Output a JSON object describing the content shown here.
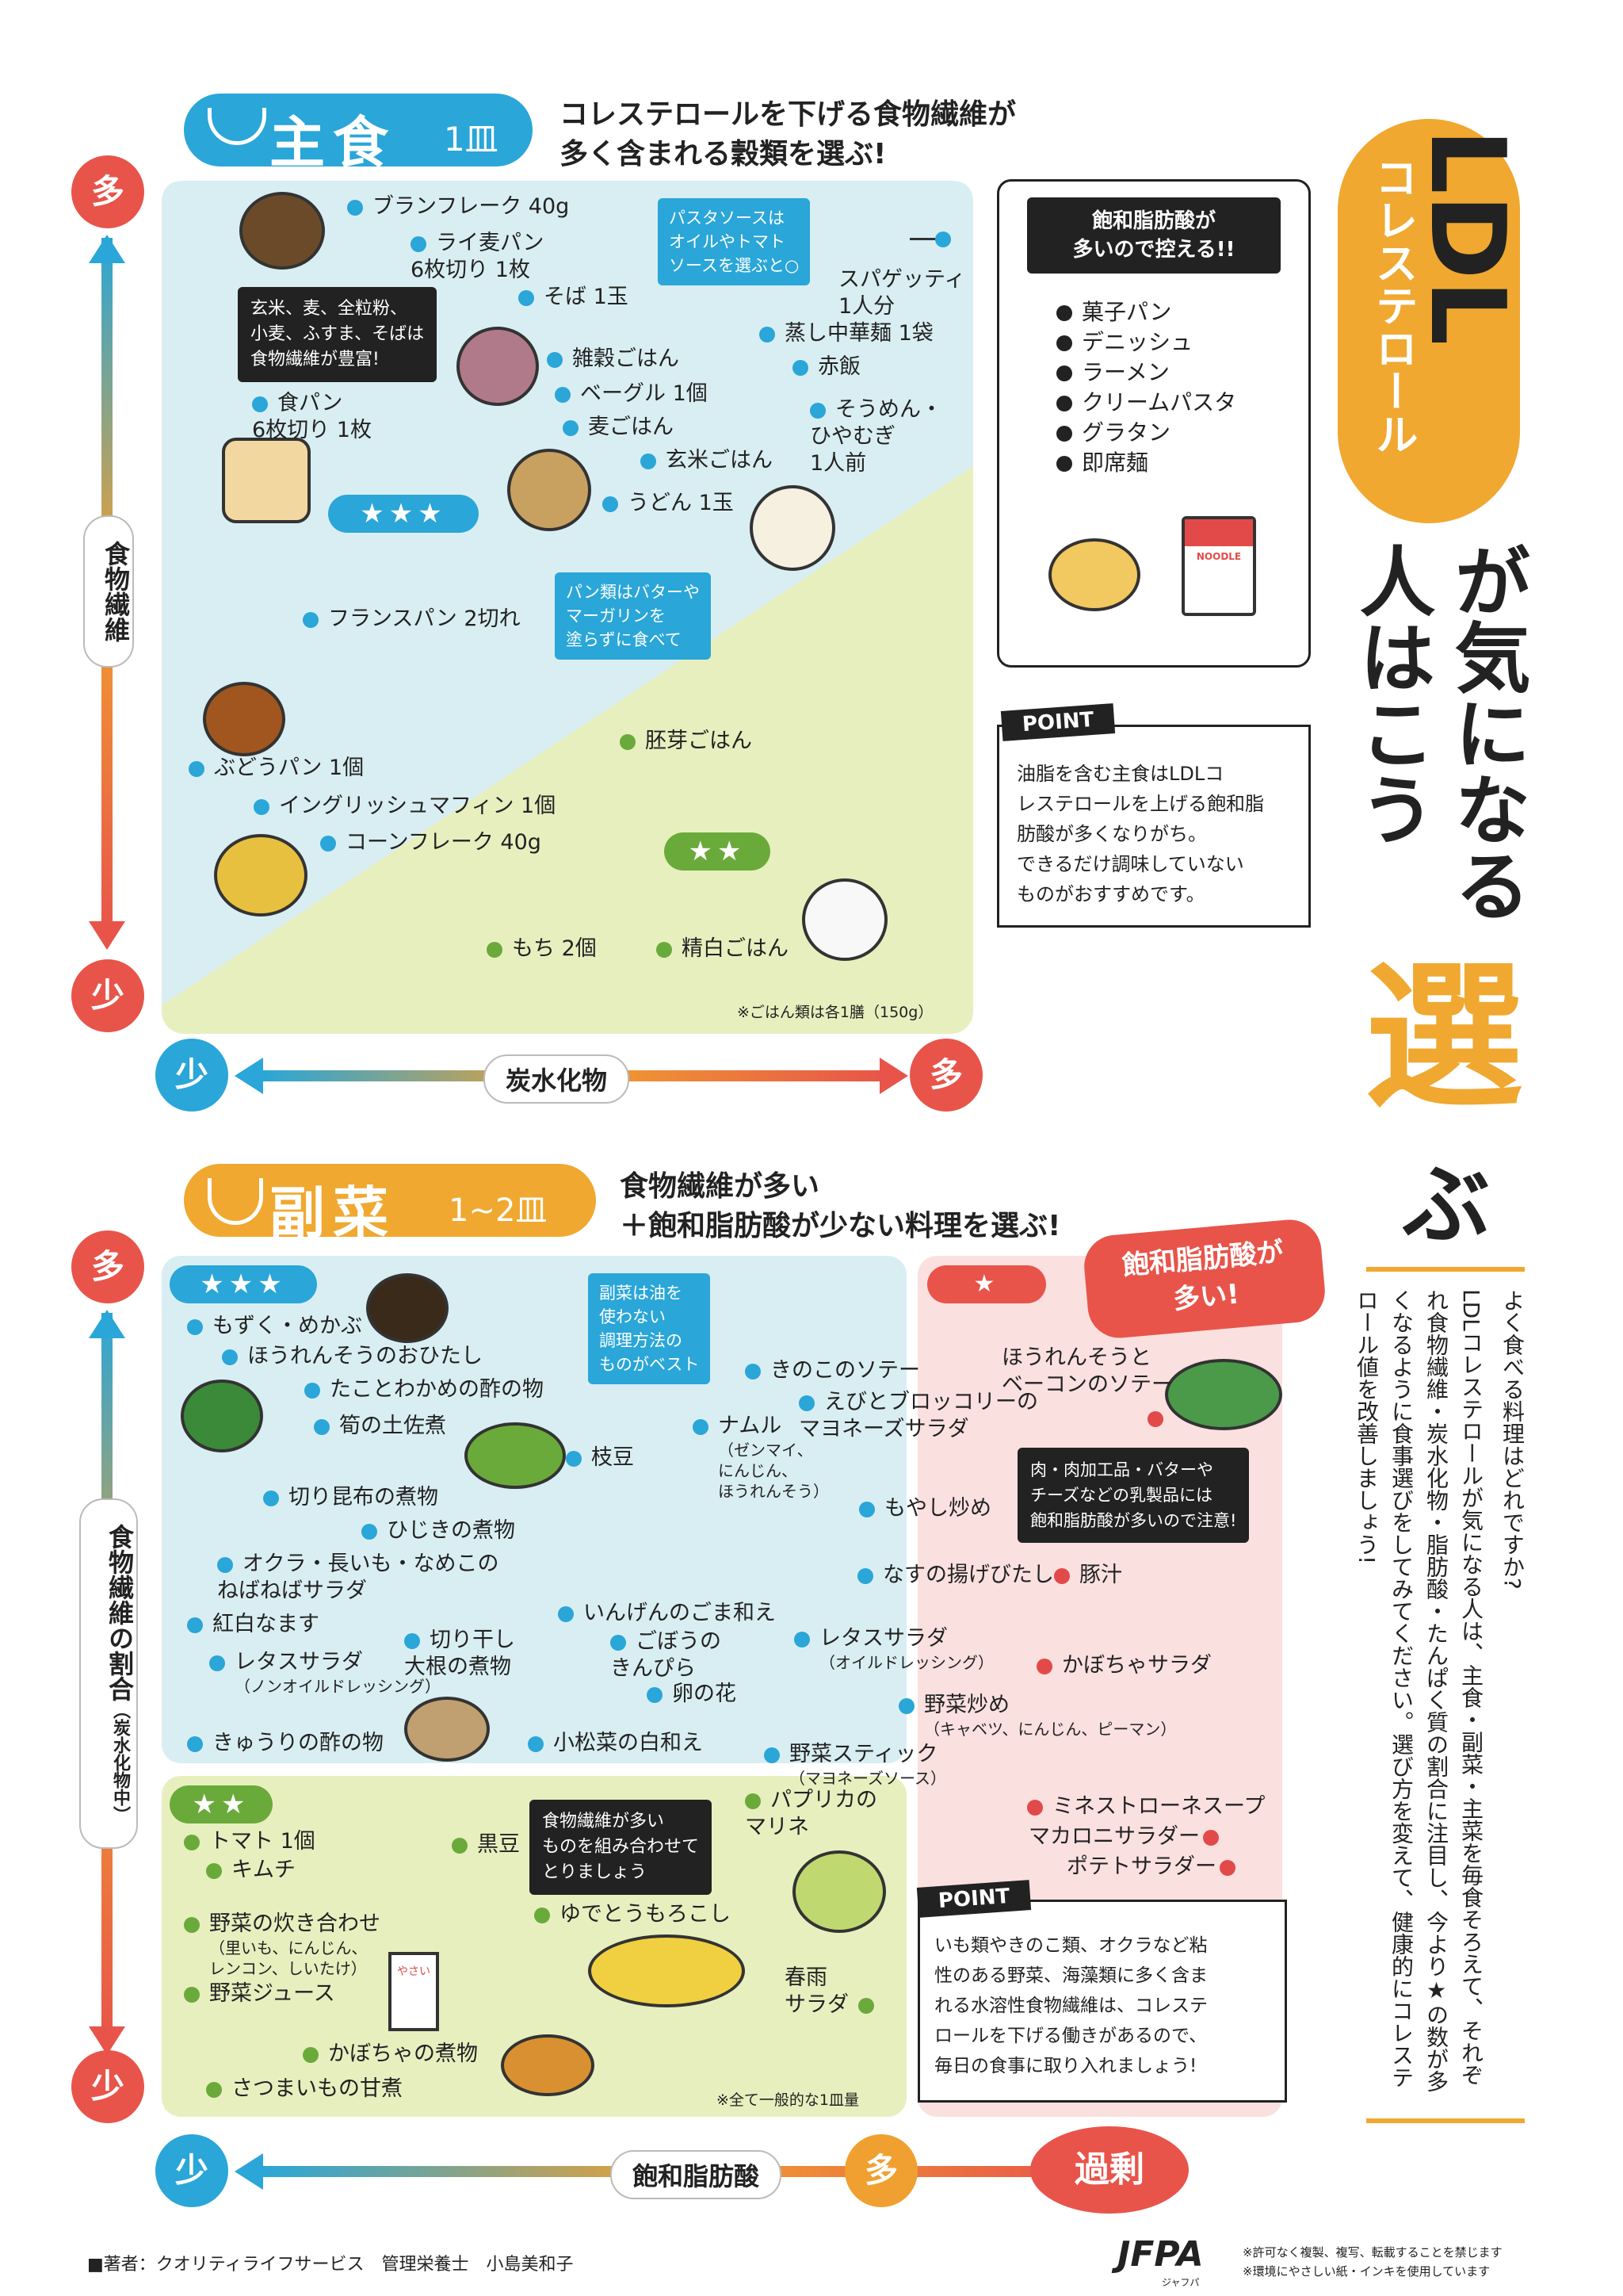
{
  "staple": {
    "title": "主食",
    "portion": "1皿",
    "heading": "コレステロールを下げる食物繊維が\n多く含まれる穀類を選ぶ!",
    "bubble_pasta": "パスタソースは\nオイルやトマト\nソースを選ぶと○",
    "note_grain": "玄米、麦、全粒粉、\n小麦、ふすま、そばは\n食物繊維が豊富!",
    "bubble_bread": "パン類はバターや\nマーガリンを\n塗らずに食べて",
    "stars3": "★★★",
    "stars2": "★★",
    "note_rice": "※ごはん類は各1膳（150g）",
    "items_blue": [
      "ブランフレーク 40g",
      "ライ麦パン\n6枚切り 1枚",
      "そば 1玉",
      "食パン\n6枚切り 1枚",
      "雑穀ごはん",
      "ベーグル 1個",
      "麦ごはん",
      "玄米ごはん",
      "うどん 1玉",
      "スパゲッティ\n1人分",
      "蒸し中華麺 1袋",
      "赤飯",
      "そうめん・\nひやむぎ\n1人前",
      "フランスパン 2切れ",
      "ぶどうパン 1個",
      "イングリッシュマフィン 1個",
      "コーンフレーク 40g"
    ],
    "items_green": [
      "胚芽ごはん",
      "もち 2個",
      "精白ごはん"
    ],
    "axis_y": "食物繊維",
    "axis_x": "炭水化物",
    "many": "多",
    "few": "少"
  },
  "ldl_box": {
    "title": "飽和脂肪酸が\n多いので控える!!",
    "items": [
      "菓子パン",
      "デニッシュ",
      "ラーメン",
      "クリームパスタ",
      "グラタン",
      "即席麺"
    ],
    "cup_label": "NOODLE"
  },
  "point1": {
    "label": "POINT",
    "text": "油脂を含む主食はLDLコ\nレステロールを上げる飽和脂\n肪酸が多くなりがち。\nできるだけ調味していない\nものがおすすめです。"
  },
  "title": {
    "ldl": "LDL",
    "chol": "コレステロール",
    "line2a": "が気になる",
    "line2b": "人はこう",
    "erabu": "選",
    "bu": "ぶ"
  },
  "side": {
    "intro": "よく食べる料理はどれですか?",
    "body": "LDLコレステロールが気になる人は、主食・副菜・主菜を毎食そろえて、それぞれ食物繊維・炭水化物・脂肪酸・たんぱく質の割合に注目し、今より★の数が多くなるように食事選びをしてみてください。選び方を変えて、健康的にコレステロール値を改善しましょう!"
  },
  "side_dish": {
    "title": "副菜",
    "portion": "1~2皿",
    "heading": "食物繊維が多い\n＋飽和脂肪酸が少ない料理を選ぶ!",
    "stars3": "★★★",
    "stars2": "★★",
    "bubble_oil": "副菜は油を\n使わない\n調理方法の\nものがベスト",
    "burst": "飽和脂肪酸が\n多い!",
    "note_dairy": "肉・肉加工品・バターや\nチーズなどの乳製品には\n飽和脂肪酸が多いので注意!",
    "note_combo": "食物繊維が多い\nものを組み合わせて\nとりましょう",
    "note_general": "※全て一般的な1皿量",
    "items_blue": [
      "もずく・めかぶ",
      "ほうれんそうのおひたし",
      "たことわかめの酢の物",
      "筍の土佐煮",
      "枝豆",
      "切り昆布の煮物",
      "ひじきの煮物",
      "オクラ・長いも・なめこの\nねばねばサラダ",
      "紅白なます",
      "レタスサラダ",
      "切り干し\n大根の煮物",
      "きゅうりの酢の物",
      "きのこのソテー",
      "えびとブロッコリーの\nマヨネーズサラダ",
      "ナムル",
      "もやし炒め",
      "なすの揚げびたし",
      "いんげんのごま和え",
      "ごぼうの\nきんぴら",
      "卵の花",
      "レタスサラダ",
      "野菜炒め",
      "小松菜の白和え",
      "野菜スティック"
    ],
    "subs": {
      "lettuce_nonoil": "（ノンオイルドレッシング）",
      "namul": "（ゼンマイ、\nにんじん、\nほうれんそう）",
      "lettuce_oil": "（オイルドレッシング）",
      "yasai_itame": "（キャベツ、にんじん、ピーマン）",
      "stick": "（マヨネーズソース）",
      "takiawase": "（里いも、にんじん、\nレンコン、しいたけ）"
    },
    "items_green": [
      "トマト 1個",
      "キムチ",
      "黒豆",
      "パプリカの\nマリネ",
      "野菜の炊き合わせ",
      "ゆでとうもろこし",
      "野菜ジュース",
      "春雨\nサラダ",
      "かぼちゃの煮物",
      "さつまいもの甘煮"
    ],
    "items_red": [
      "ほうれんそうと\nベーコンのソテー",
      "豚汁",
      "かぼちゃサラダ",
      "ミネストローネスープ",
      "マカロニサラダー",
      "ポテトサラダー"
    ],
    "juice_label": "やさい",
    "axis_y": "食物繊維の割合",
    "axis_y_sub": "（炭水化物中）",
    "axis_x": "飽和脂肪酸",
    "excess": "過剰",
    "many": "多",
    "few": "少"
  },
  "point2": {
    "label": "POINT",
    "text": "いも類やきのこ類、オクラなど粘\n性のある野菜、海藻類に多く含ま\nれる水溶性食物繊維は、コレステ\nロールを下げる働きがあるので、\n毎日の食事に取り入れましょう!"
  },
  "footer": {
    "author": "■著者：クオリティライフサービス　管理栄養士　小島美和子",
    "logo": "JFPA",
    "logo_sub": "ジャフパ",
    "note1": "※許可なく複製、複写、転載することを禁じます",
    "note2": "※環境にやさしい紙・インキを使用しています"
  },
  "colors": {
    "blue": "#2aa6d8",
    "green": "#6aaa3a",
    "red": "#e24a4a",
    "orange": "#f0a030",
    "panel_blue": "#d9eef2",
    "panel_green": "#e8efbf",
    "panel_pink": "#fbe0e0"
  }
}
